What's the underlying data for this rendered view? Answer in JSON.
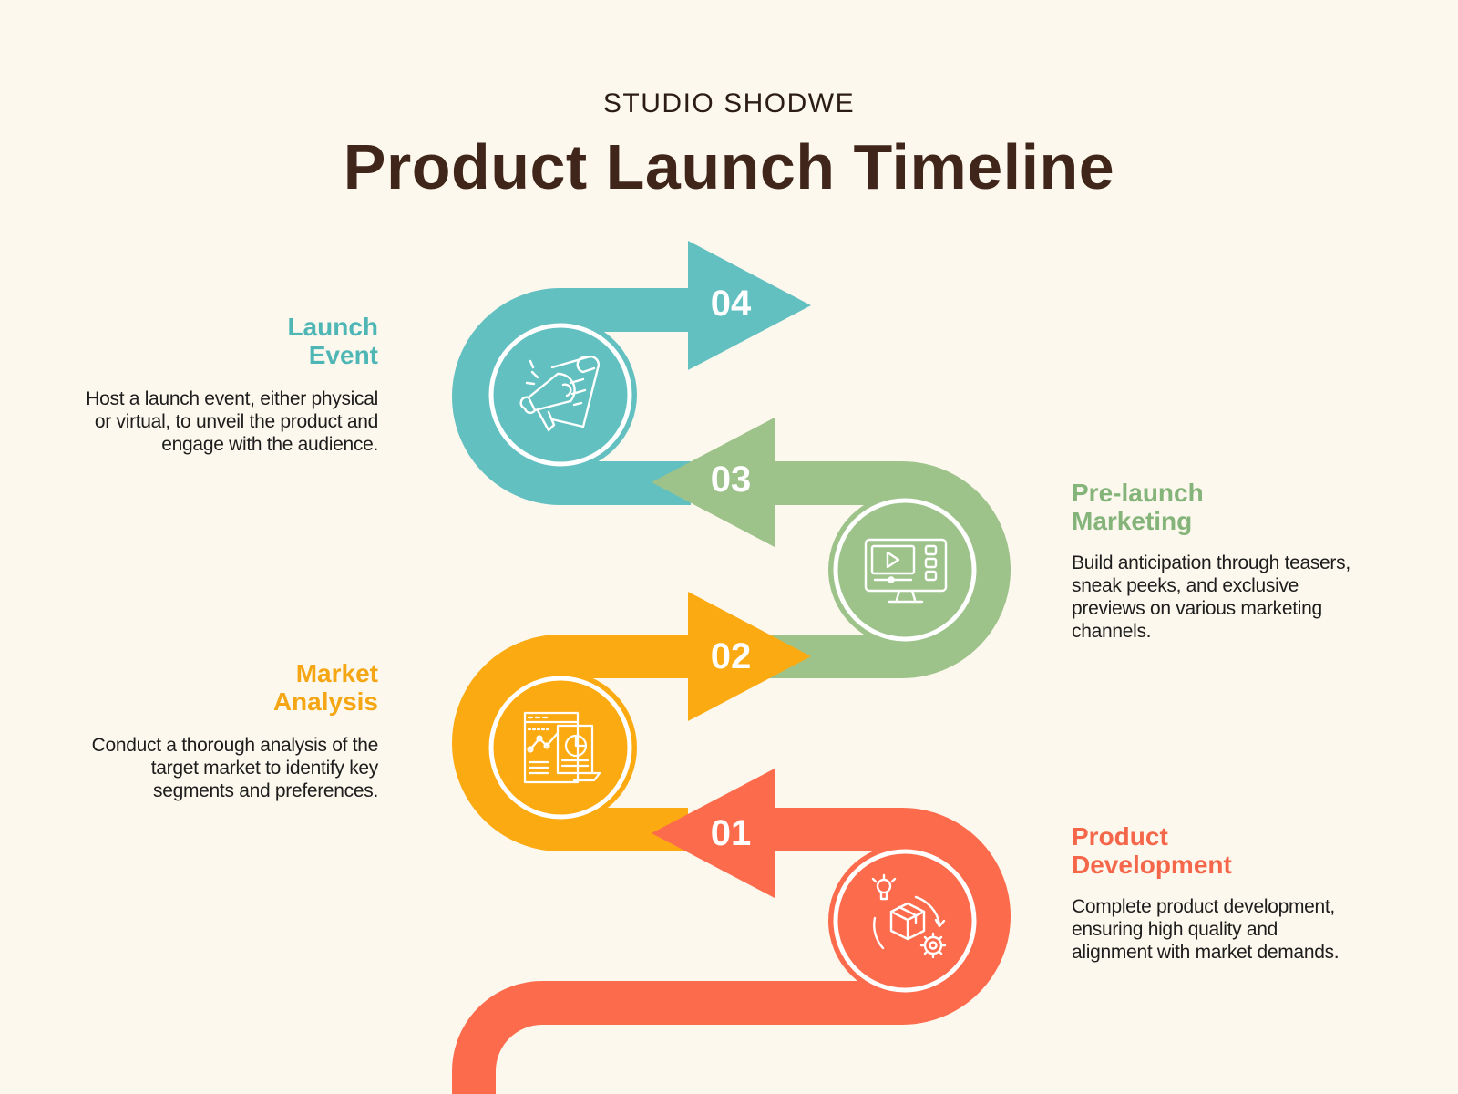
{
  "header": {
    "brand": "STUDIO SHODWE",
    "title": "Product Launch Timeline"
  },
  "colors": {
    "background": "#fdf8ed",
    "launch_event": "#63c0c0",
    "pre_launch": "#9dc38b",
    "market_analysis": "#fcaa12",
    "product_development": "#fd6b4d"
  },
  "steps": [
    {
      "number": "01",
      "title_line1": "Product",
      "title_line2": "Development",
      "description": "Complete product development, ensuring high quality and alignment with market demands.",
      "icon": "product-cycle-icon"
    },
    {
      "number": "02",
      "title_line1": "Market",
      "title_line2": "Analysis",
      "description": "Conduct a thorough analysis of the target market to identify key segments and preferences.",
      "icon": "analytics-report-icon"
    },
    {
      "number": "03",
      "title_line1": "Pre-launch",
      "title_line2": "Marketing",
      "description": "Build anticipation through teasers, sneak peeks, and exclusive previews on various marketing channels.",
      "icon": "video-monitor-icon"
    },
    {
      "number": "04",
      "title_line1": "Launch",
      "title_line2": "Event",
      "description": "Host a launch event, either physical or virtual, to unveil the product and engage with the audience.",
      "icon": "megaphone-scroll-icon"
    }
  ]
}
